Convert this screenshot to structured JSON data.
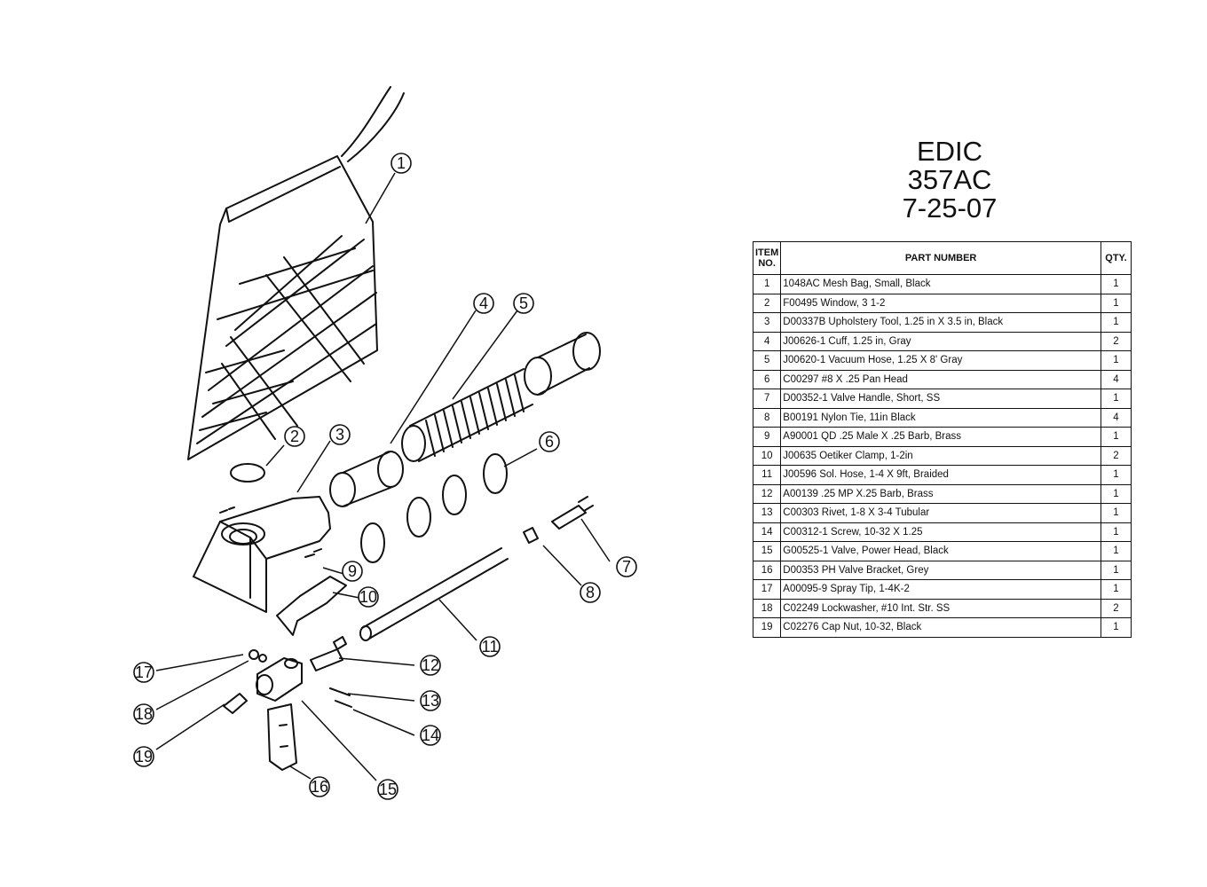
{
  "header": {
    "line1": "EDIC",
    "line2": "357AC",
    "line3": "7-25-07"
  },
  "table": {
    "headers": {
      "item": "ITEM NO.",
      "part": "PART NUMBER",
      "qty": "QTY."
    },
    "rows": [
      {
        "no": "1",
        "part": "1048AC Mesh Bag, Small, Black",
        "qty": "1"
      },
      {
        "no": "2",
        "part": "F00495 Window, 3 1-2",
        "qty": "1"
      },
      {
        "no": "3",
        "part": "D00337B  Upholstery Tool, 1.25 in X 3.5 in, Black",
        "qty": "1"
      },
      {
        "no": "4",
        "part": "J00626-1 Cuff, 1.25 in, Gray",
        "qty": "2"
      },
      {
        "no": "5",
        "part": "J00620-1 Vacuum Hose, 1.25 X 8' Gray",
        "qty": "1"
      },
      {
        "no": "6",
        "part": "C00297 #8 X .25  Pan Head",
        "qty": "4"
      },
      {
        "no": "7",
        "part": "D00352-1 Valve Handle, Short, SS",
        "qty": "1"
      },
      {
        "no": "8",
        "part": "B00191 Nylon Tie, 11in Black",
        "qty": "4"
      },
      {
        "no": "9",
        "part": "A90001 QD .25 Male X .25 Barb, Brass",
        "qty": "1"
      },
      {
        "no": "10",
        "part": "J00635 Oetiker Clamp, 1-2in",
        "qty": "2"
      },
      {
        "no": "11",
        "part": "J00596 Sol. Hose, 1-4  X 9ft, Braided",
        "qty": "1"
      },
      {
        "no": "12",
        "part": "A00139 .25 MP X.25 Barb, Brass",
        "qty": "1"
      },
      {
        "no": "13",
        "part": "C00303 Rivet, 1-8 X 3-4 Tubular",
        "qty": "1"
      },
      {
        "no": "14",
        "part": "C00312-1 Screw, 10-32 X 1.25",
        "qty": "1"
      },
      {
        "no": "15",
        "part": "G00525-1  Valve, Power Head, Black",
        "qty": "1"
      },
      {
        "no": "16",
        "part": "D00353 PH Valve Bracket, Grey",
        "qty": "1"
      },
      {
        "no": "17",
        "part": "A00095-9 Spray Tip, 1-4K-2",
        "qty": "1"
      },
      {
        "no": "18",
        "part": "C02249 Lockwasher, #10 Int. Str. SS",
        "qty": "2"
      },
      {
        "no": "19",
        "part": "C02276 Cap Nut, 10-32, Black",
        "qty": "1"
      }
    ]
  },
  "callouts": [
    "1",
    "2",
    "3",
    "4",
    "5",
    "6",
    "7",
    "8",
    "9",
    "10",
    "11",
    "12",
    "13",
    "14",
    "15",
    "16",
    "17",
    "18",
    "19"
  ]
}
